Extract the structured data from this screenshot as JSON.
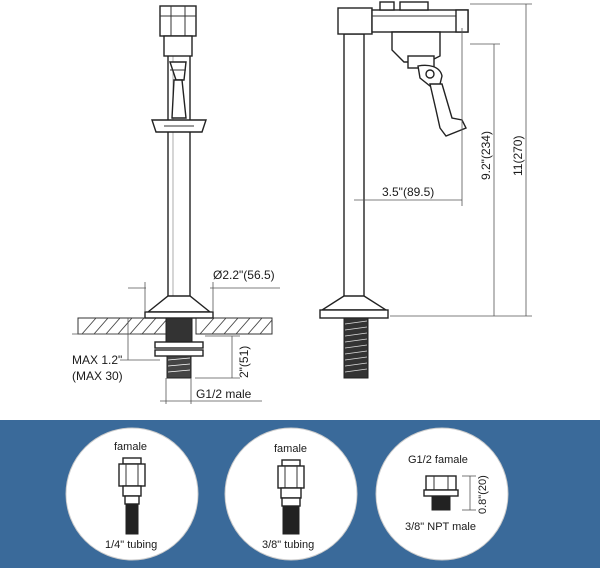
{
  "colors": {
    "band": "#3a6a9a",
    "ink": "#222222",
    "circle_fill": "#ffffff"
  },
  "dimensions": {
    "base_diameter": "Ø2.2\"(56.5)",
    "max_thickness_line1": "MAX 1.2\"",
    "max_thickness_line2": "(MAX 30)",
    "shank_length": "2\"(51)",
    "thread": "G1/2 male",
    "reach": "3.5\"(89.5)",
    "spout_height": "9.2\"(234)",
    "total_height": "11(270)"
  },
  "fittings": [
    {
      "top_label": "famale",
      "bottom_label": "1/4\" tubing"
    },
    {
      "top_label": "famale",
      "bottom_label": "3/8\" tubing"
    },
    {
      "top_label": "G1/2 famale",
      "side_label": "0.8\"(20)",
      "bottom_label": "3/8\"  NPT male"
    }
  ]
}
